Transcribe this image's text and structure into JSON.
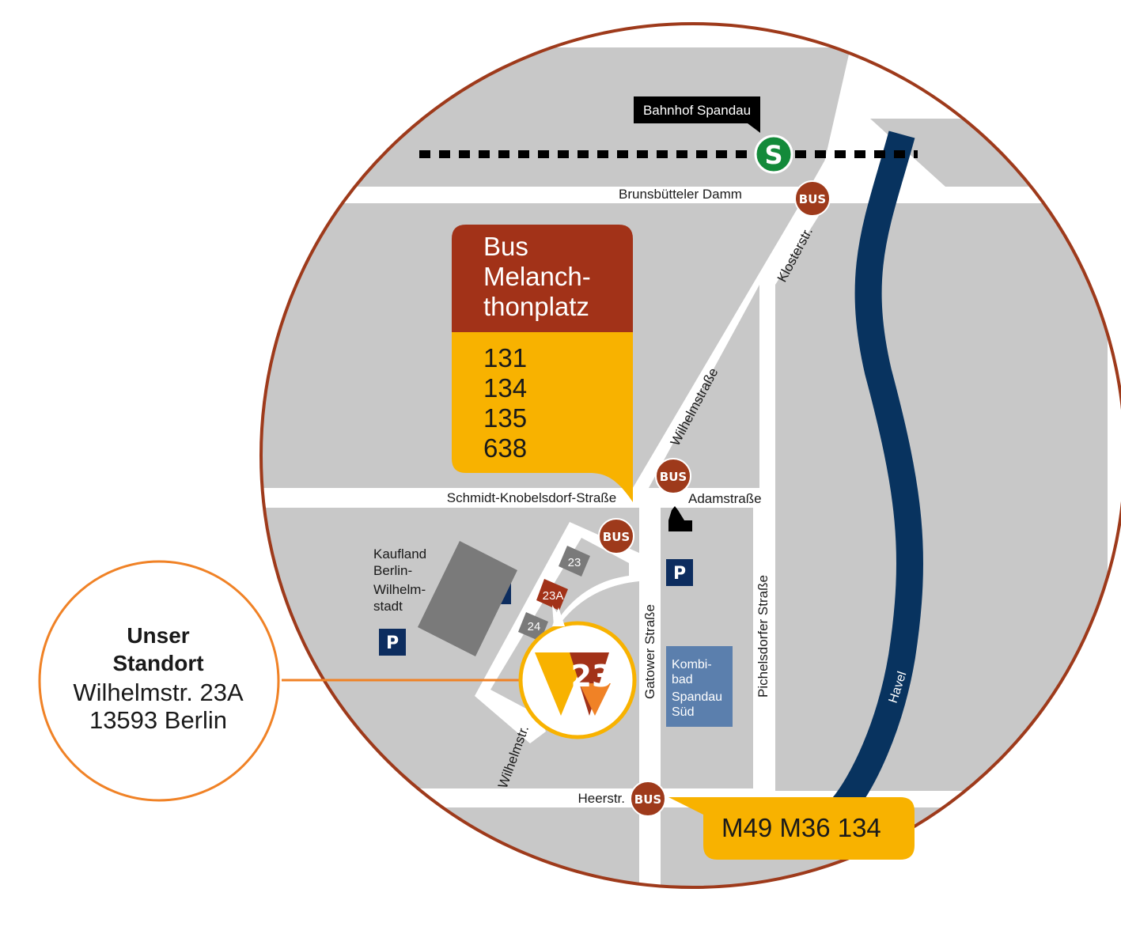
{
  "colors": {
    "block": "#c8c8c8",
    "road": "#ffffff",
    "circle_border": "#9e3a1b",
    "river": "#08335f",
    "bus_stop": "#9e3a1b",
    "bus_box_top": "#a23218",
    "bus_box_bottom": "#f8b200",
    "parking": "#0d2d5f",
    "location_ring": "#f08226",
    "sbahn": "#138a3a",
    "pool": "#5b7fad"
  },
  "station": {
    "label": "Bahnhof Spandau",
    "sbahn_letter": "S"
  },
  "streets": {
    "brunsbutteler": "Brunsbütteler Damm",
    "klosterstr": "Klosterstr.",
    "wilhelmstrasse": "Wilhelmstraße",
    "schmidt": "Schmidt-Knobelsdorf-Straße",
    "adamstrasse": "Adamstraße",
    "gatower": "Gatower Straße",
    "pichelsdorfer": "Pichelsdorfer Straße",
    "wilhelmstr_short": "Wilhelmstr.",
    "heerstr": "Heerstr."
  },
  "river": {
    "name": "Havel"
  },
  "bus_label": "BUS",
  "bus_box": {
    "stop_lines": [
      "Bus",
      "Melanch-",
      "thonplatz"
    ],
    "routes": [
      "131",
      "134",
      "135",
      "638"
    ]
  },
  "heerstr_routes": "M49 M36 134",
  "parking_letter": "P",
  "kaufland": [
    "Kaufland",
    "Berlin-",
    "Wilhelm-",
    "stadt"
  ],
  "buildings": {
    "b23": "23",
    "b23a": "23A",
    "b24": "24"
  },
  "pool": [
    "Kombi-",
    "bad",
    "Spandau",
    "Süd"
  ],
  "logo_number": "23",
  "location": {
    "title_line1": "Unser",
    "title_line2": "Standort",
    "street": "Wilhelmstr. 23A",
    "city": "13593 Berlin"
  }
}
